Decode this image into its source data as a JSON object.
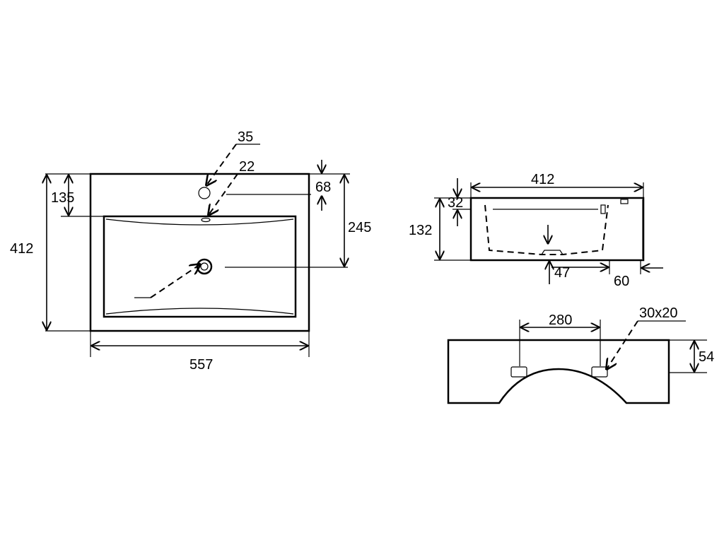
{
  "top_view": {
    "width": "557",
    "depth": "412",
    "drain_offset": "245",
    "tap_hole_offset": "135",
    "rim_front": "68",
    "tap_hole_dia": "35",
    "overflow_dia": "22"
  },
  "side_view": {
    "length": "412",
    "height": "132",
    "rim_height": "32",
    "drain_pos": "47",
    "back_ledge": "60"
  },
  "back_view": {
    "bracket_spacing": "280",
    "bracket_size": "30x20",
    "height": "54"
  },
  "colors": {
    "line": "#000000",
    "background": "#ffffff"
  }
}
